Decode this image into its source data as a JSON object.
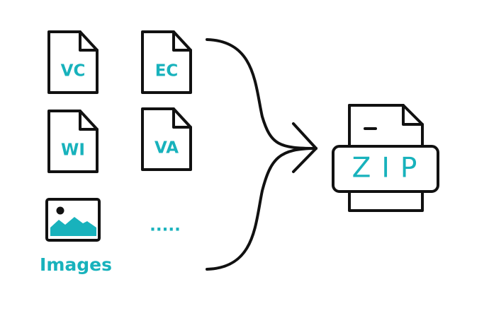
{
  "colors": {
    "accent": "#18b2bc",
    "stroke": "#111111",
    "background": "#ffffff"
  },
  "files": {
    "items": [
      {
        "label": "VC",
        "icon": "document-icon"
      },
      {
        "label": "EC",
        "icon": "document-icon"
      },
      {
        "label": "WI",
        "icon": "document-icon"
      },
      {
        "label": "VA",
        "icon": "document-icon"
      }
    ]
  },
  "images": {
    "label": "Images",
    "icon": "image-icon"
  },
  "more": {
    "label": "....."
  },
  "flow": {
    "icon": "converging-arrow-icon"
  },
  "archive": {
    "label": "ZIP",
    "icon": "zip-archive-icon"
  }
}
